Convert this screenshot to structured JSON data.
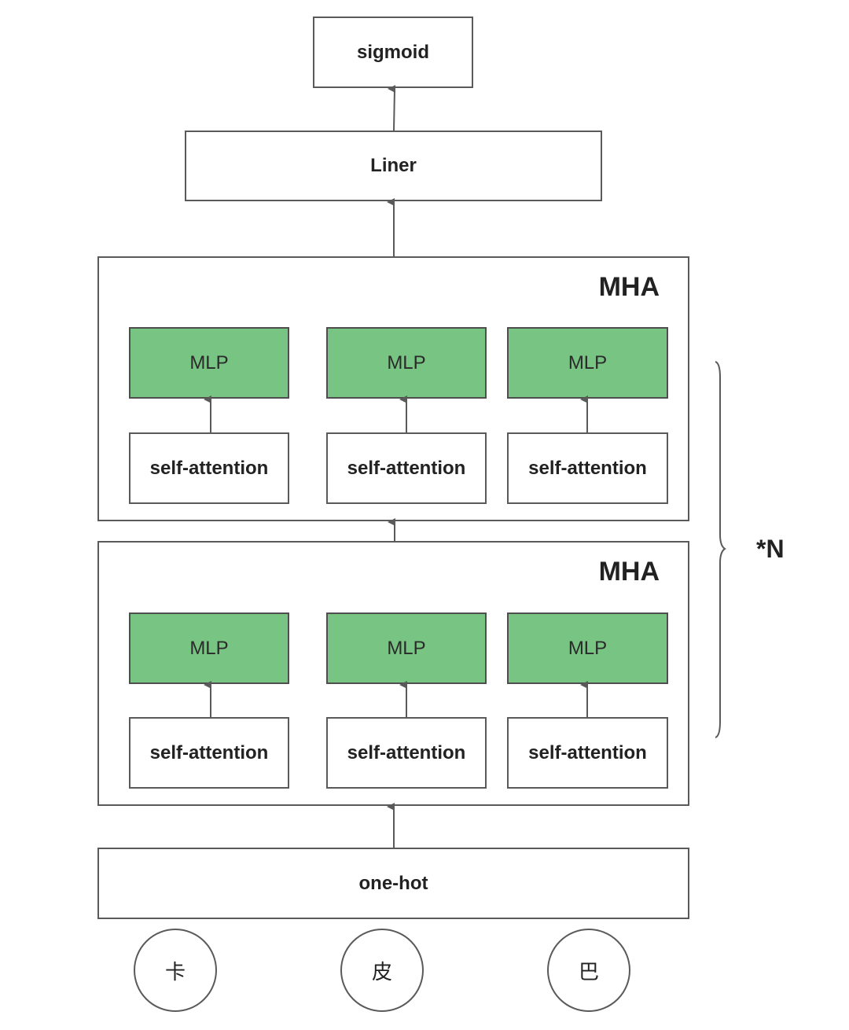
{
  "nodes": {
    "sigmoid": "sigmoid",
    "liner": "Liner",
    "one_hot": "one-hot"
  },
  "mha_blocks": [
    {
      "title": "MHA",
      "heads": [
        {
          "mlp": "MLP",
          "attention": "self-attention"
        },
        {
          "mlp": "MLP",
          "attention": "self-attention"
        },
        {
          "mlp": "MLP",
          "attention": "self-attention"
        }
      ]
    },
    {
      "title": "MHA",
      "heads": [
        {
          "mlp": "MLP",
          "attention": "self-attention"
        },
        {
          "mlp": "MLP",
          "attention": "self-attention"
        },
        {
          "mlp": "MLP",
          "attention": "self-attention"
        }
      ]
    }
  ],
  "repeat": "*N",
  "inputs": [
    "卡",
    "皮",
    "巴"
  ],
  "colors": {
    "mlp_fill": "#77c483",
    "border": "#5a5a5a"
  }
}
